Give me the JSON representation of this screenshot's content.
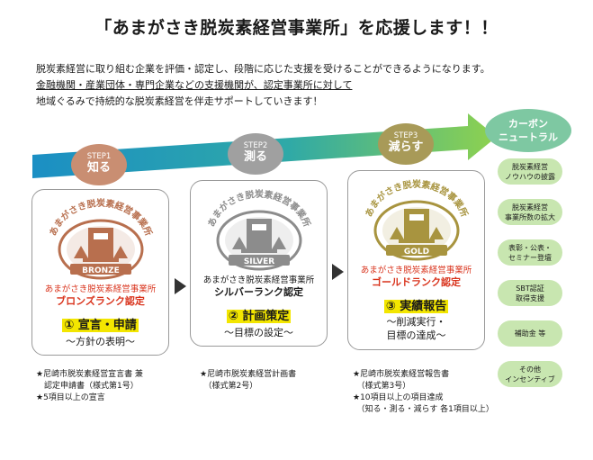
{
  "title": "「あまがさき脱炭素経営事業所」を応援します！！",
  "intro": {
    "line1": "脱炭素経営に取り組む企業を評価・認定し、段階に応じた支援を受けることができるようになります。",
    "line2": "金融機関・産業団体・専門企業などの支援機関が、認定事業所に対して",
    "line3": "地域ぐるみで持続的な脱炭素経営を伴走サポートしていきます！"
  },
  "colors": {
    "step1": "#c98e72",
    "step2": "#a0a0a0",
    "step3": "#a89a58",
    "goal": "#7ec8a2",
    "pill": "#c8e6b0",
    "bronze": "#b86f4e",
    "silver": "#8c8c8c",
    "gold": "#a8943f",
    "red": "#d9331c"
  },
  "steps": [
    {
      "step": "STEP1",
      "verb": "知る"
    },
    {
      "step": "STEP2",
      "verb": "測る"
    },
    {
      "step": "STEP3",
      "verb": "減らす"
    }
  ],
  "goal": {
    "line1": "カーボン",
    "line2": "ニュートラル"
  },
  "emblem_text": "あまがさき脱炭素経営事業所",
  "cards": [
    {
      "badge": "BRONZE",
      "org": "あまがさき脱炭素経営事業所",
      "rank": "ブロンズランク認定",
      "phase": "① 宣言・申請",
      "sub1": "〜方針の表明〜",
      "sub2": ""
    },
    {
      "badge": "SILVER",
      "org": "あまがさき脱炭素経営事業所",
      "rank": "シルバーランク認定",
      "phase": "② 計画策定",
      "sub1": "〜目標の設定〜",
      "sub2": ""
    },
    {
      "badge": "GOLD",
      "org": "あまがさき脱炭素経営事業所",
      "rank": "ゴールドランク認定",
      "phase": "③ 実績報告",
      "sub1": "〜削減実行・",
      "sub2": "目標の達成〜"
    }
  ],
  "notes": [
    {
      "l1": "★尼崎市脱炭素経営宣言書 兼",
      "l2": "　認定申請書（様式第1号）",
      "l3": "★5項目以上の宣言",
      "l4": ""
    },
    {
      "l1": "★尼崎市脱炭素経営計画書",
      "l2": "　（様式第2号）",
      "l3": "",
      "l4": ""
    },
    {
      "l1": "★尼崎市脱炭素経営報告書",
      "l2": "　（様式第3号）",
      "l3": "★10項目以上の項目達成",
      "l4": "　（知る・測る・減らす 各1項目以上）"
    }
  ],
  "benefits": [
    {
      "l1": "脱炭素経営",
      "l2": "ノウハウの披露"
    },
    {
      "l1": "脱炭素経営",
      "l2": "事業所数の拡大"
    },
    {
      "l1": "表彰・公表・",
      "l2": "セミナー登壇"
    },
    {
      "l1": "SBT認証",
      "l2": "取得支援"
    },
    {
      "l1": "補助金 等",
      "l2": ""
    },
    {
      "l1": "その他",
      "l2": "インセンティブ"
    }
  ]
}
